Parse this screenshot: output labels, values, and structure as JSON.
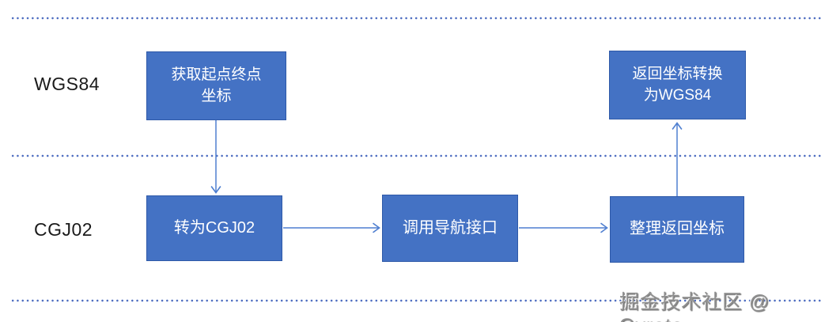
{
  "diagram": {
    "lanes": [
      {
        "id": "wgs84",
        "label": "WGS84"
      },
      {
        "id": "cgj02",
        "label": "CGJ02"
      }
    ],
    "nodes": [
      {
        "id": "get-start-end-coords",
        "label": "获取起点终点\n坐标",
        "lane": "WGS84"
      },
      {
        "id": "convert-to-cgj02",
        "label": "转为CGJ02",
        "lane": "CGJ02"
      },
      {
        "id": "call-nav-api",
        "label": "调用导航接口",
        "lane": "CGJ02"
      },
      {
        "id": "arrange-returned-coords",
        "label": "整理返回坐标",
        "lane": "CGJ02"
      },
      {
        "id": "convert-to-wgs84",
        "label": "返回坐标转换\n为WGS84",
        "lane": "WGS84"
      }
    ],
    "edges": [
      {
        "from": "get-start-end-coords",
        "to": "convert-to-cgj02"
      },
      {
        "from": "convert-to-cgj02",
        "to": "call-nav-api"
      },
      {
        "from": "call-nav-api",
        "to": "arrange-returned-coords"
      },
      {
        "from": "arrange-returned-coords",
        "to": "convert-to-wgs84"
      }
    ],
    "colors": {
      "node_fill": "#4472c4",
      "node_border": "#2e59a8",
      "node_text": "#ffffff",
      "arrow": "#4f7fd0",
      "dotted_line": "#4a6abf",
      "label_text": "#1a1a1a",
      "watermark": "#8f8f8f"
    }
  },
  "watermark": {
    "text": "掘金技术社区 @ Gyrate"
  }
}
